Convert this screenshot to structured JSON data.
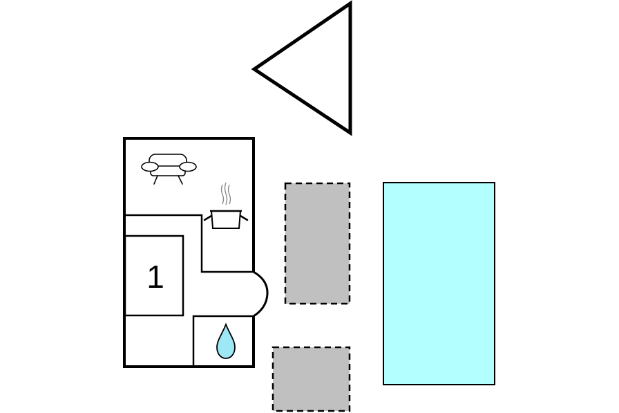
{
  "floorplan": {
    "rooms": [
      {
        "kind": "bedroom",
        "label": "1"
      },
      {
        "kind": "living-area",
        "icon": "sofa-icon"
      },
      {
        "kind": "kitchen",
        "icon": "cooking-pot-icon"
      },
      {
        "kind": "bathroom",
        "icon": "water-drop-icon"
      }
    ],
    "outdoor": [
      {
        "kind": "north-arrow",
        "icon": "triangle-icon"
      },
      {
        "kind": "terrace",
        "style": "dashed"
      },
      {
        "kind": "terrace",
        "style": "dashed"
      },
      {
        "kind": "pool"
      }
    ]
  },
  "colors": {
    "wall": "#000000",
    "terrace_fill": "#c0c0c0",
    "pool_fill": "#b3ffff",
    "drop_fill": "#9ee8f5",
    "steam": "#8a8a8a",
    "background": "#ffffff"
  }
}
